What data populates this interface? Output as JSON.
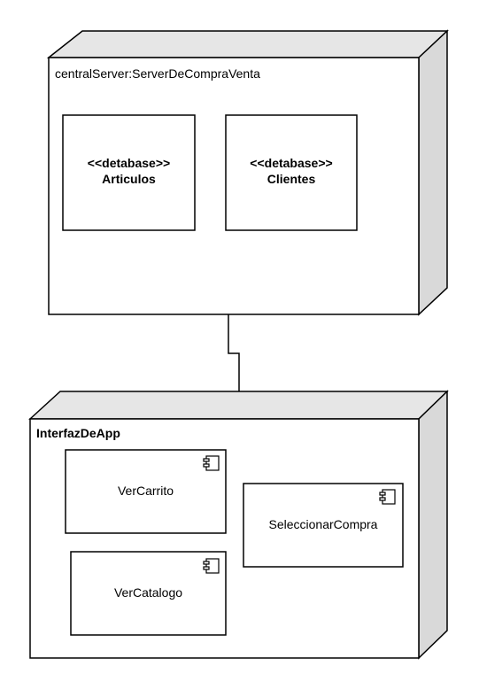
{
  "nodes": {
    "server": {
      "label": "centralServer:ServerDeCompraVenta",
      "databases": [
        {
          "stereotype": "<<detabase>>",
          "name": "Articulos"
        },
        {
          "stereotype": "<<detabase>>",
          "name": "Clientes"
        }
      ]
    },
    "app": {
      "label": "InterfazDeApp",
      "components": [
        {
          "name": "VerCarrito"
        },
        {
          "name": "VerCatalogo"
        },
        {
          "name": "SeleccionarCompra"
        }
      ]
    }
  },
  "colors": {
    "node_side": "#d9d9d9",
    "node_top": "#e6e6e6",
    "stroke": "#000000",
    "fill": "#ffffff"
  }
}
